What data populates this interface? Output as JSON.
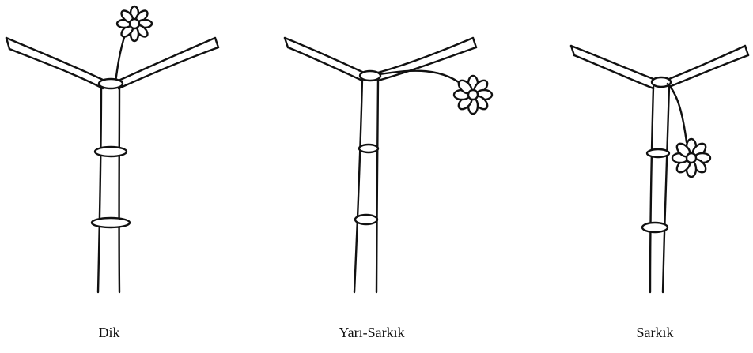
{
  "figure": {
    "panels": [
      {
        "id": "erect",
        "caption": "Dik",
        "flower_orientation": "upright"
      },
      {
        "id": "semi-drooping",
        "caption": "Yarı-Sarkık",
        "flower_orientation": "sideways"
      },
      {
        "id": "drooping",
        "caption": "Sarkık",
        "flower_orientation": "hanging"
      }
    ],
    "ink_color": "#111111",
    "background_color": "#ffffff"
  }
}
